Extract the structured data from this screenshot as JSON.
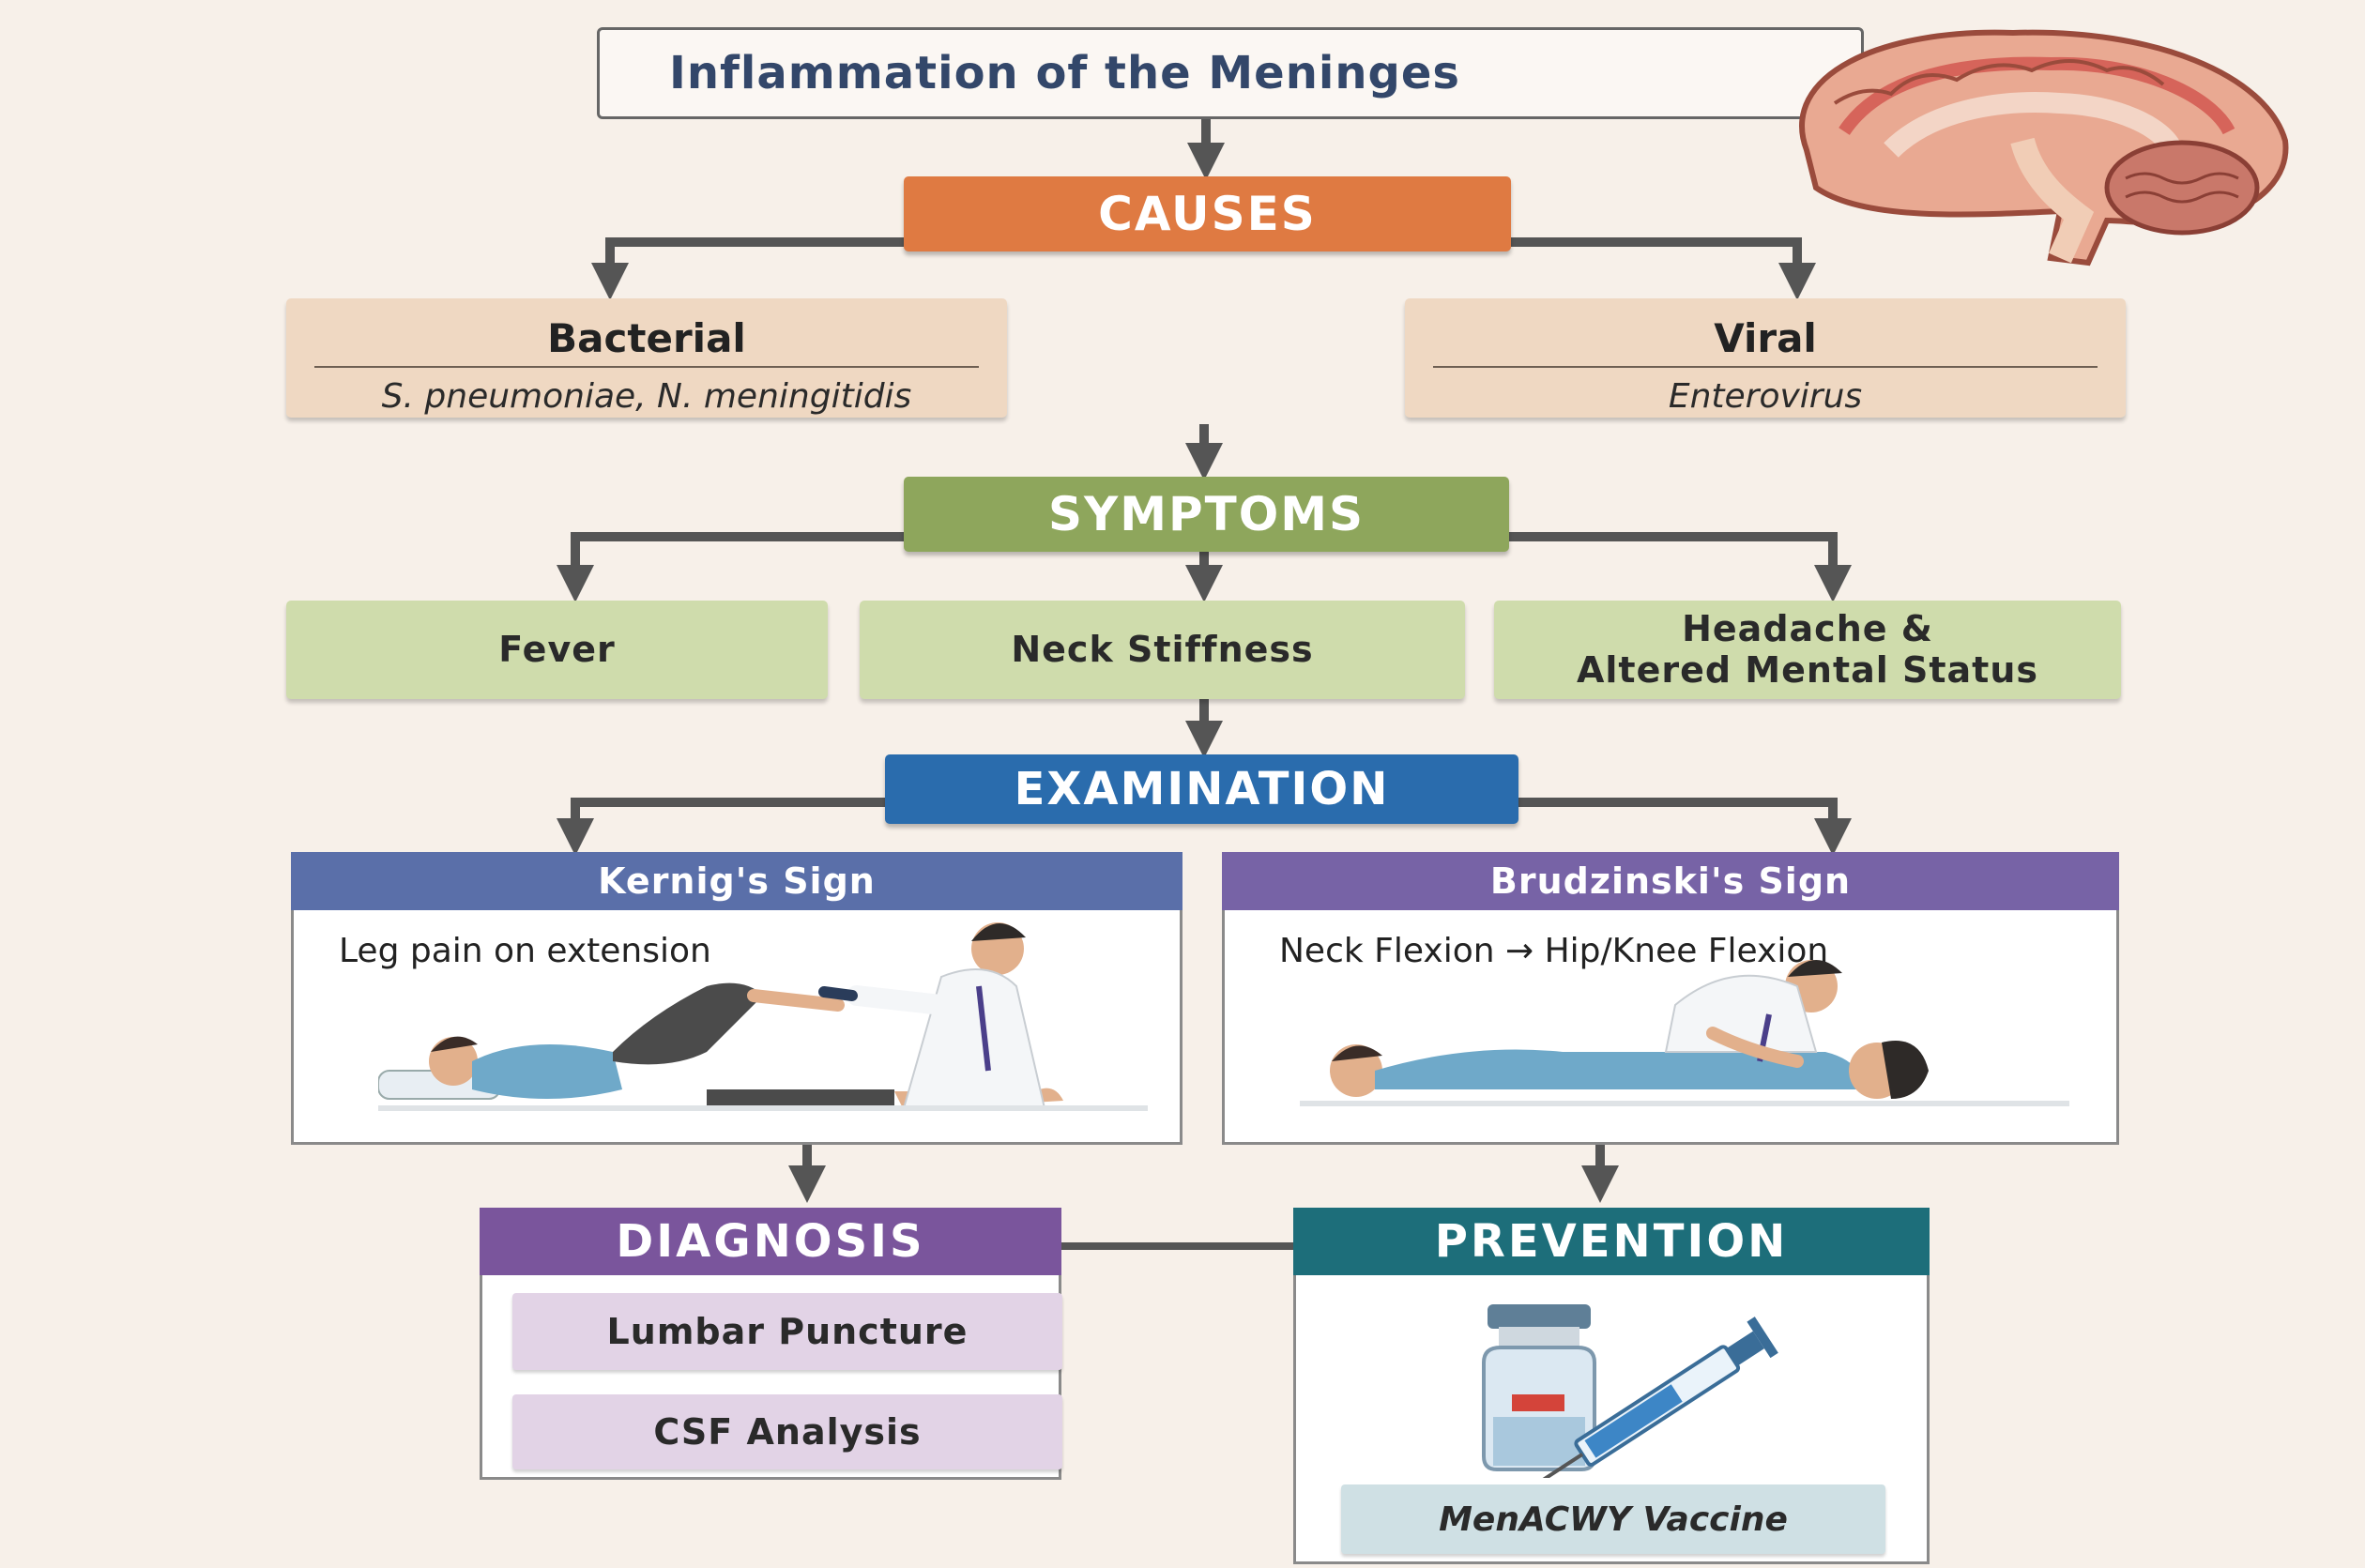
{
  "title": "Inflammation of the Meninges",
  "causes": {
    "header": "CAUSES",
    "bacterial": {
      "title": "Bacterial",
      "examples": "S. pneumoniae, N. meningitidis"
    },
    "viral": {
      "title": "Viral",
      "examples": "Enterovirus"
    }
  },
  "symptoms": {
    "header": "SYMPTOMS",
    "items": [
      "Fever",
      "Neck Stiffness",
      "Headache &",
      "Altered Mental Status"
    ]
  },
  "examination": {
    "header": "EXAMINATION",
    "kernig": {
      "title": "Kernig's Sign",
      "description": "Leg pain on extension"
    },
    "brudzinski": {
      "title": "Brudzinski's Sign",
      "description": "Neck Flexion → Hip/Knee Flexion"
    }
  },
  "diagnosis": {
    "header": "DIAGNOSIS",
    "items": [
      "Lumbar Puncture",
      "CSF Analysis"
    ]
  },
  "prevention": {
    "header": "PREVENTION",
    "vaccine": "MenACWY Vaccine"
  },
  "colors": {
    "causes": "#df7a42",
    "symptoms": "#8ea65c",
    "examination": "#2a6cad",
    "kernig": "#5a6fa9",
    "brudzinski": "#7763a6",
    "diagnosis": "#7a559c",
    "prevention": "#1d6e7a"
  },
  "icons": [
    "brain-illustration",
    "kernig-illustration",
    "brudzinski-illustration",
    "vaccine-vial-syringe-illustration"
  ]
}
